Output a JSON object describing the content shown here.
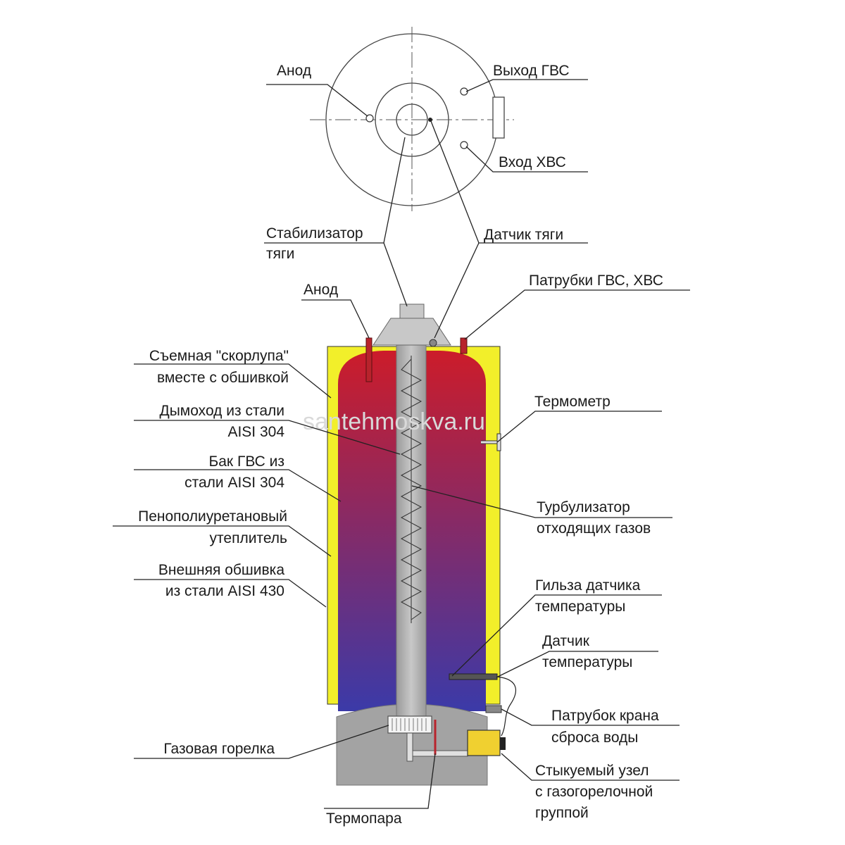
{
  "watermark": "santehmoskva.ru",
  "colors": {
    "tank_top": "#cc1c2a",
    "tank_bottom": "#3b3aa8",
    "insulation": "#f2ef2a",
    "burner_chamber": "#a0a0a0",
    "flue": "#b8b8b8",
    "gas_unit": "#f0d030"
  },
  "labels": {
    "top_anode": "Анод",
    "hot_out": "Выход ГВС",
    "cold_in": "Вход ХВС",
    "draft_stabilizer_1": "Стабилизатор",
    "draft_stabilizer_2": "тяги",
    "draft_sensor": "Датчик тяги",
    "anode": "Анод",
    "pipes": "Патрубки ГВС, ХВС",
    "shell_1": "Съемная \"скорлупа\"",
    "shell_2": "вместе с обшивкой",
    "flue_1": "Дымоход из стали",
    "flue_2": "AISI 304",
    "thermometer": "Термометр",
    "tank_1": "Бак ГВС  из",
    "tank_2": "стали AISI 304",
    "turbulizer_1": "Турбулизатор",
    "turbulizer_2": "отходящих газов",
    "foam_1": "Пенополиуретановый",
    "foam_2": "утеплитель",
    "outer_1": "Внешняя обшивка",
    "outer_2": "из стали AISI 430",
    "sleeve_1": "Гильза датчика",
    "sleeve_2": "температуры",
    "temp_sensor_1": "Датчик",
    "temp_sensor_2": "температуры",
    "drain_1": "Патрубок крана",
    "drain_2": "сброса воды",
    "burner": "Газовая горелка",
    "gas_unit_1": "Стыкуемый узел",
    "gas_unit_2": "с газогорелочной",
    "gas_unit_3": "группой",
    "thermocouple": "Термопара"
  }
}
